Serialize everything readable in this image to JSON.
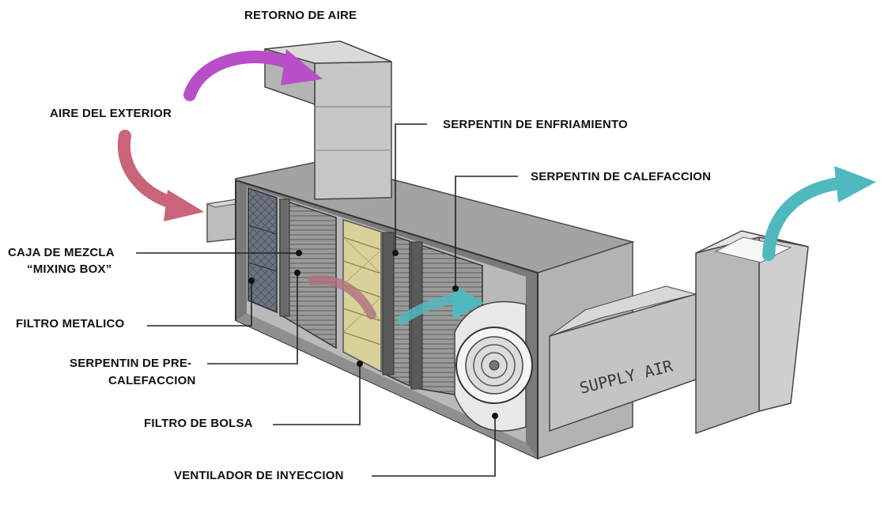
{
  "labels": {
    "retorno": "RETORNO DE AIRE",
    "exterior": "AIRE DEL EXTERIOR",
    "enfriamiento": "SERPENTIN DE ENFRIAMIENTO",
    "calefaccion": "SERPENTIN DE CALEFACCION",
    "caja_line1": "CAJA DE MEZCLA",
    "caja_line2": "“MIXING BOX”",
    "filtro_metalico": "FILTRO METALICO",
    "precal_line1": "SERPENTIN DE PRE-",
    "precal_line2": "CALEFACCION",
    "filtro_bolsa": "FILTRO DE BOLSA",
    "ventilador": "VENTILADOR DE INYECCION",
    "supply": "SUPPLY AIR"
  },
  "colors": {
    "return_arrow": "#b94fc8",
    "outside_arrow": "#c9647a",
    "supply_arrow": "#4fb9bf",
    "casing": "#8c8c8c",
    "duct": "#c8c8c8",
    "bag_filter": "#d8d29a",
    "leader_line": "#222222"
  }
}
